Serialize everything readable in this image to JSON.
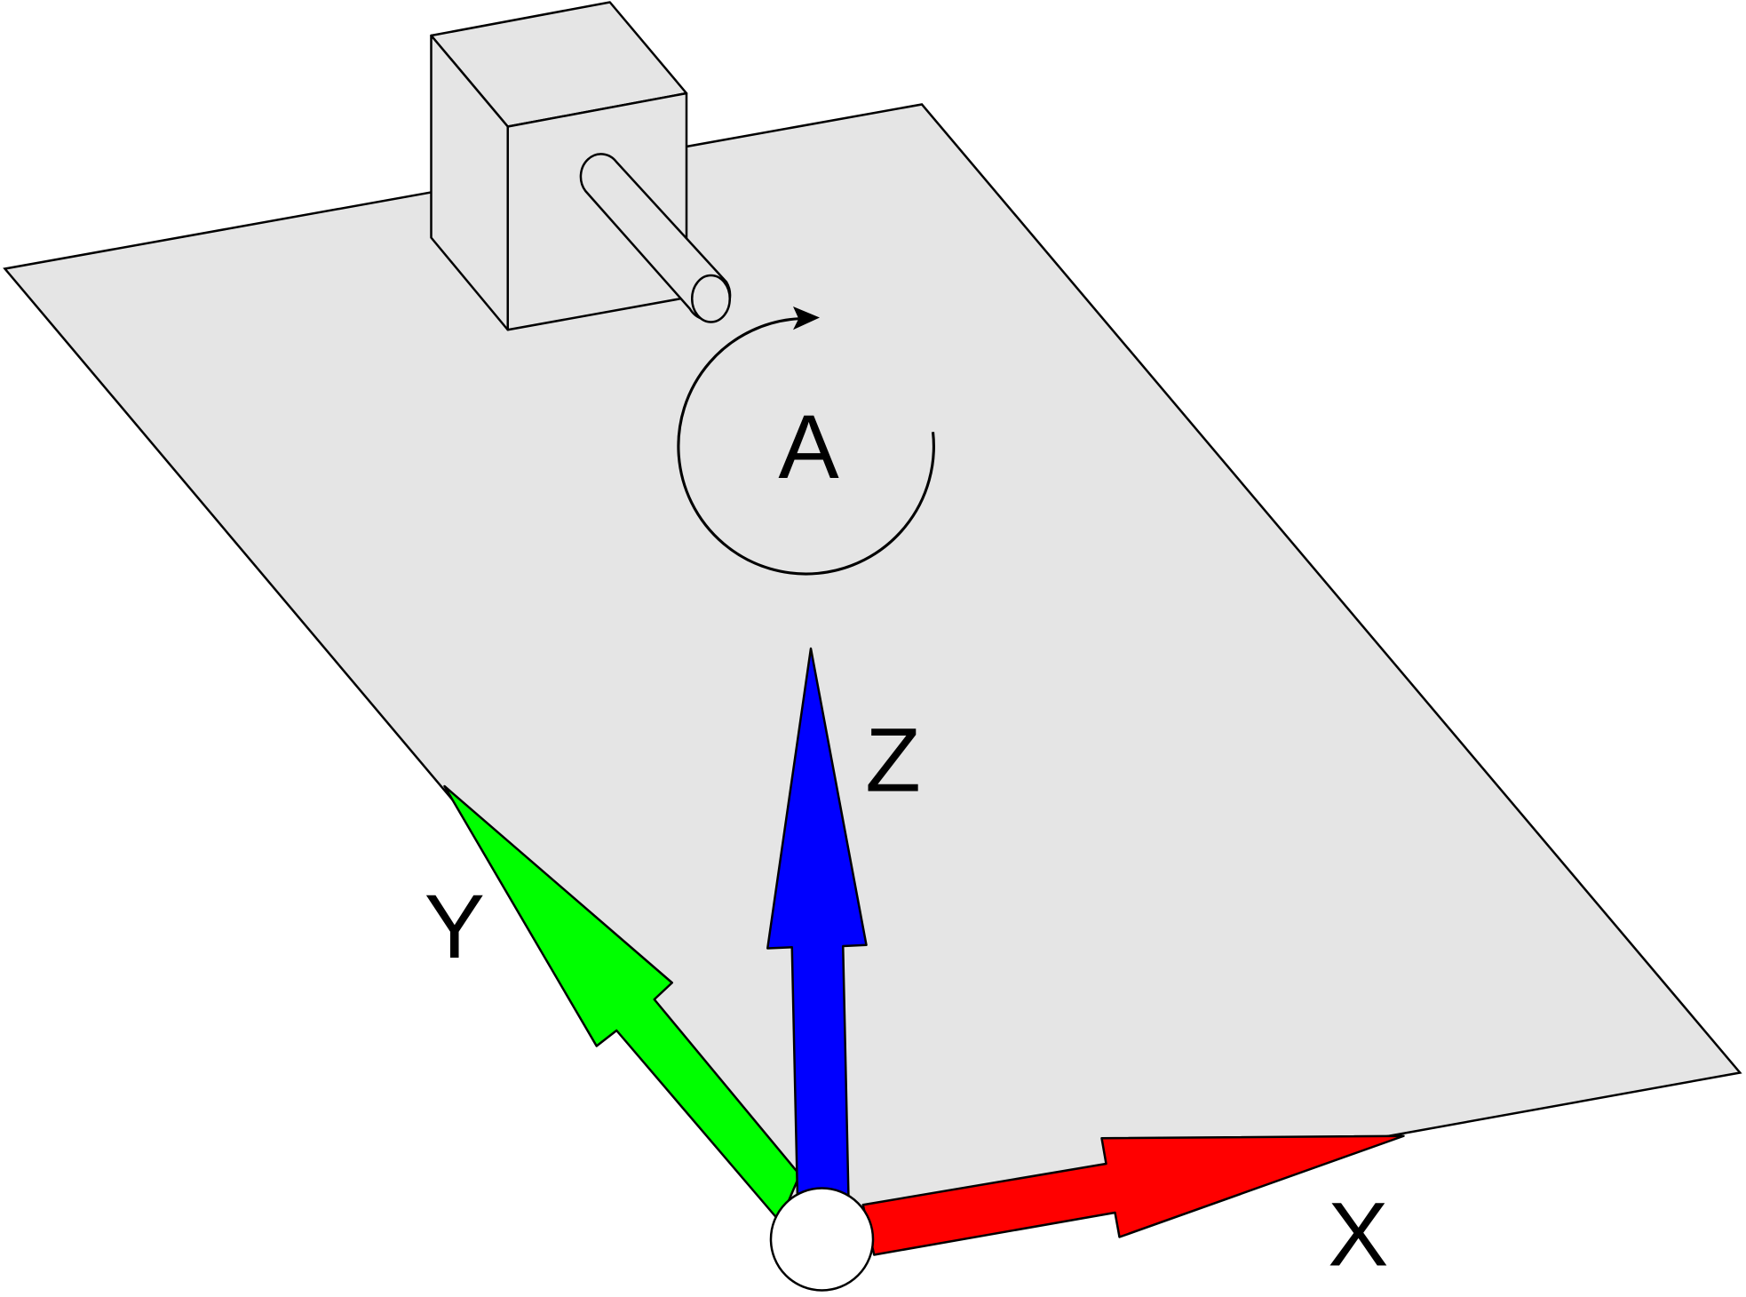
{
  "diagram": {
    "labels": {
      "rotation": "A",
      "z_axis": "Z",
      "y_axis": "Y",
      "x_axis": "X"
    },
    "colors": {
      "plane": "#e5e5e5",
      "box": "#e5e5e5",
      "x_axis": "#ff0000",
      "y_axis": "#00ff00",
      "z_axis": "#0000ff",
      "origin": "#ffffff",
      "stroke": "#000000"
    }
  }
}
